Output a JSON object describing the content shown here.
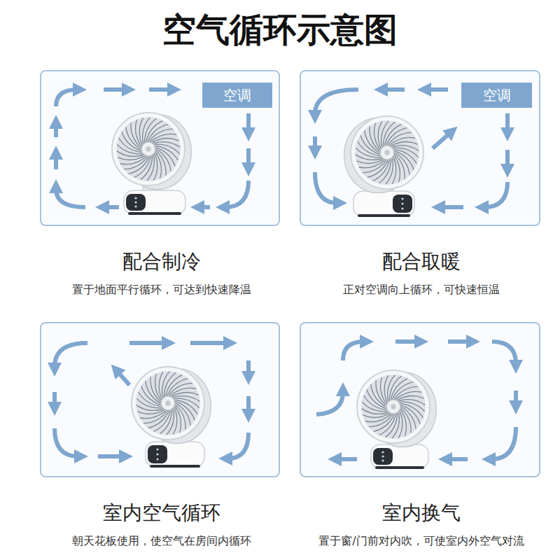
{
  "diagram": {
    "title": "空气循环示意图",
    "nodes": [
      {
        "text": [
          "配合制冷",
          "置于地面平行循环，可达到快速降温"
        ]
      },
      {
        "text": [
          "空调"
        ],
        "in": 0
      },
      {
        "text": [
          "配合取暖",
          "正对空调向上循环，可快速恒温"
        ]
      },
      {
        "text": [
          "空调"
        ],
        "in": 2
      },
      {
        "text": [
          "室内空气循环",
          "朝天花板使用，使空气在房间内循环"
        ]
      },
      {
        "text": [
          "室内换气",
          "置于窗/门前对内吹，可使室内外空气对流"
        ]
      }
    ]
  }
}
